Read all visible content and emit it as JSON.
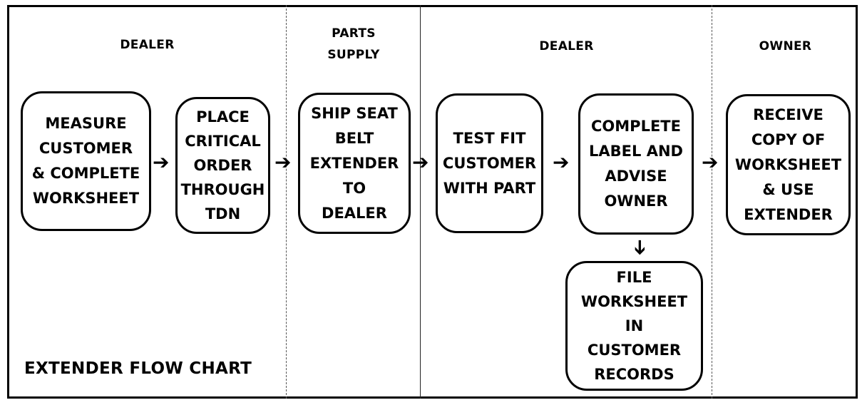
{
  "lanes": {
    "dealer1": "DEALER",
    "parts_supply": "PARTS\nSUPPLY",
    "dealer2": "DEALER",
    "owner": "OWNER"
  },
  "steps": {
    "measure": "MEASURE\nCUSTOMER\n& COMPLETE\nWORKSHEET",
    "place_order": "PLACE\nCRITICAL\nORDER\nTHROUGH\nTDN",
    "ship": "SHIP SEAT\nBELT\nEXTENDER\nTO\nDEALER",
    "test_fit": "TEST FIT\nCUSTOMER\nWITH PART",
    "complete_label": "COMPLETE\nLABEL AND\nADVISE\nOWNER",
    "file_worksheet": "FILE\nWORKSHEET\nIN\nCUSTOMER\nRECORDS",
    "receive": "RECEIVE\nCOPY OF\nWORKSHEET\n& USE\nEXTENDER"
  },
  "title": "EXTENDER FLOW CHART"
}
